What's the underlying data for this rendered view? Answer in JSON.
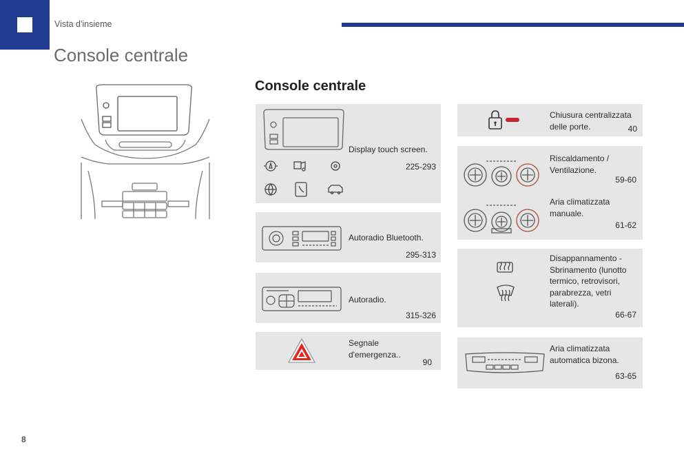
{
  "header": {
    "section": "Vista d'insieme",
    "title": "Console centrale",
    "accent_color": "#1f3a8f"
  },
  "content": {
    "subtitle": "Console centrale"
  },
  "left_column": [
    {
      "id": "display",
      "icon": "touch-screen-icon",
      "label": "Display touch screen.",
      "pages": "225-293"
    },
    {
      "id": "radio-bt",
      "icon": "bluetooth-radio-icon",
      "label": "Autoradio Bluetooth.",
      "pages": "295-313"
    },
    {
      "id": "radio",
      "icon": "radio-icon",
      "label": "Autoradio.",
      "pages": "315-326"
    },
    {
      "id": "hazard",
      "icon": "hazard-warning-icon",
      "label": "Segnale d'emergenza..",
      "pages": "90"
    }
  ],
  "right_column": [
    {
      "id": "lock",
      "icon": "central-lock-icon",
      "label": "Chiusura centralizzata delle porte.",
      "pages": "40"
    },
    {
      "id": "heating",
      "icon": "heating-controls-icon",
      "label": "Riscaldamento / Ventilazione.",
      "pages": "59-60"
    },
    {
      "id": "ac-manual",
      "icon": "manual-ac-controls-icon",
      "label": "Aria climatizzata manuale.",
      "pages": "61-62"
    },
    {
      "id": "demist",
      "icon": "rear-demist-icon",
      "label": "Disappannamento - Sbrinamento (lunotto termico, retrovisori, parabrezza, vetri laterali).",
      "pages": "66-67"
    },
    {
      "id": "ac-auto",
      "icon": "dual-zone-ac-icon",
      "label": "Aria climatizzata automatica bizona.",
      "pages": "63-65"
    }
  ],
  "footer": {
    "page_number": "8"
  }
}
